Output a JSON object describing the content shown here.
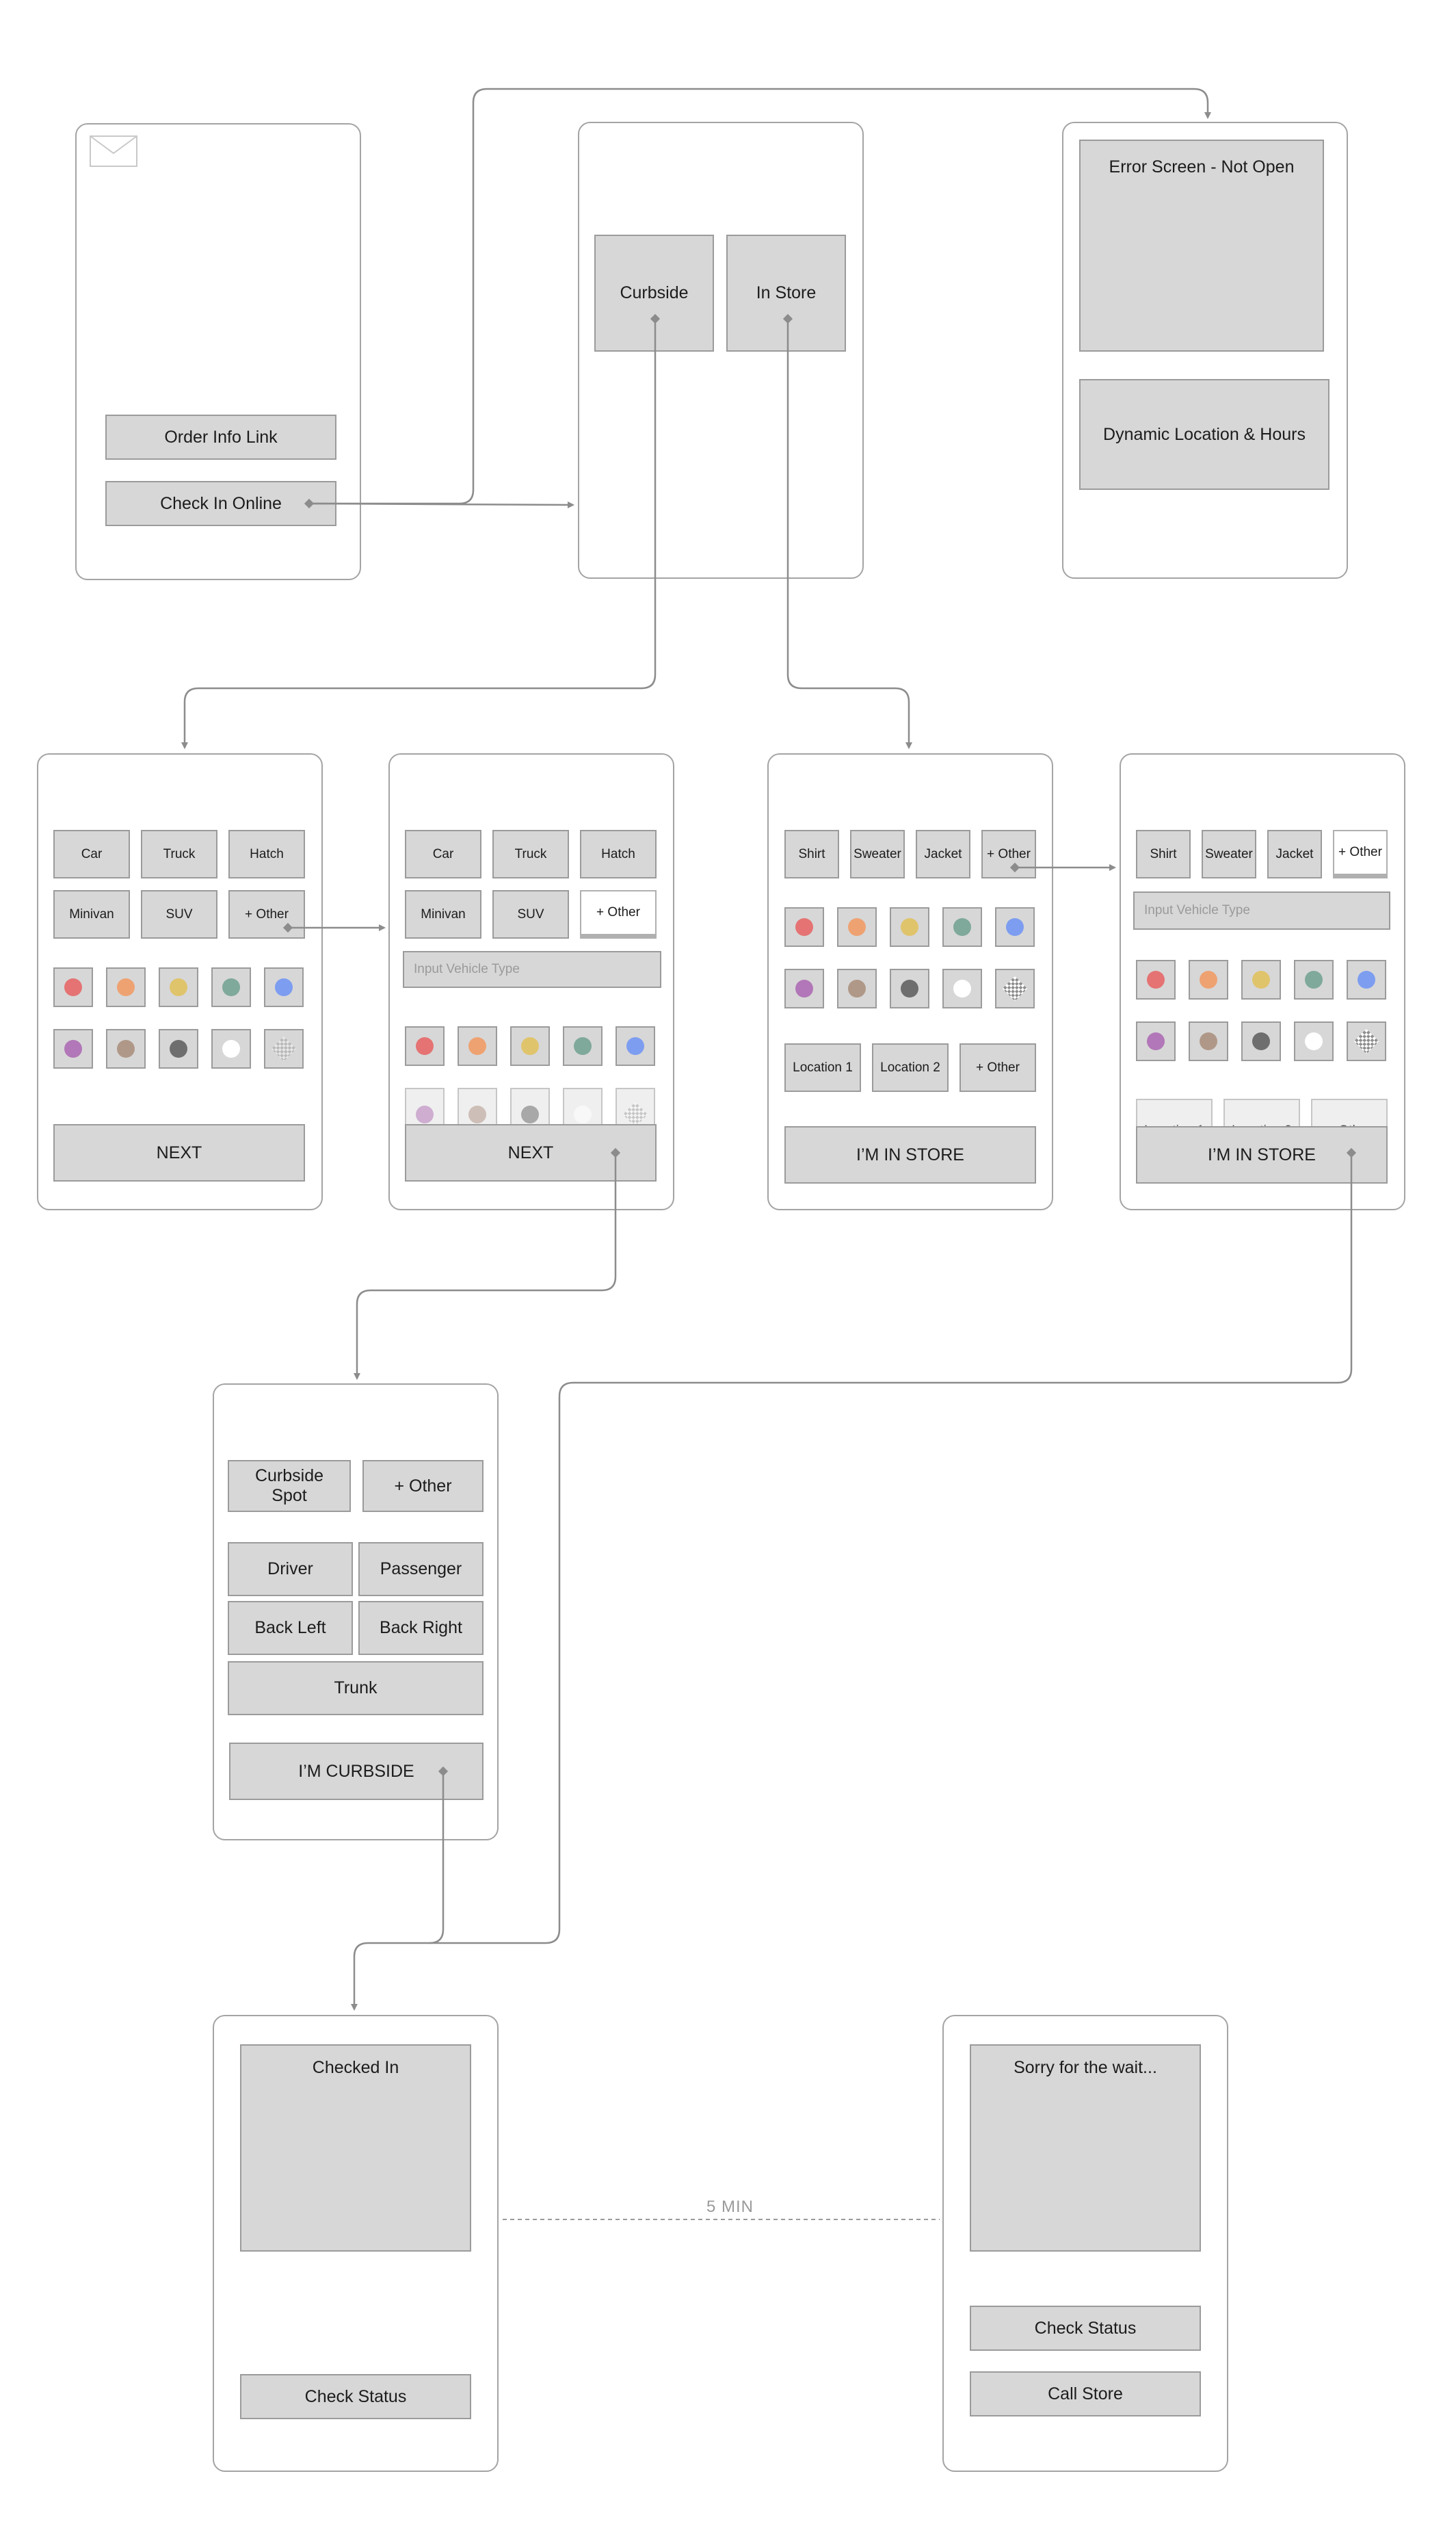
{
  "screen1": {
    "order_info": "Order Info Link",
    "check_in": "Check In Online"
  },
  "screen2": {
    "curbside": "Curbside",
    "in_store": "In Store"
  },
  "screen3": {
    "error_title": "Error Screen - Not Open",
    "dynamic": "Dynamic Location & Hours"
  },
  "vehicle": {
    "types_row1": [
      "Car",
      "Truck",
      "Hatch"
    ],
    "types_row2": [
      "Minivan",
      "SUV",
      "+ Other"
    ],
    "input_placeholder": "Input Vehicle Type",
    "next": "NEXT"
  },
  "instore": {
    "items": [
      "Shirt",
      "Sweater",
      "Jacket",
      "+ Other"
    ],
    "loc1": "Location 1",
    "loc2": "Location 2",
    "loc_other": "+ Other",
    "cta": "I’M IN STORE",
    "input_placeholder": "Input Vehicle Type"
  },
  "colors": [
    "#e57373",
    "#eea272",
    "#e0c46c",
    "#7fa99a",
    "#7d9df0",
    "#b277b8",
    "#b09888",
    "#6e6e6e",
    "#ffffff",
    "checker"
  ],
  "curbside": {
    "spot": "Curbside Spot",
    "other": "+ Other",
    "driver": "Driver",
    "passenger": "Passenger",
    "back_left": "Back Left",
    "back_right": "Back Right",
    "trunk": "Trunk",
    "cta": "I’M CURBSIDE"
  },
  "checked_in": {
    "title": "Checked In",
    "check_status": "Check Status"
  },
  "delay_label": "5 MIN",
  "sorry": {
    "title": "Sorry for the wait...",
    "check_status": "Check Status",
    "call_store": "Call Store"
  }
}
